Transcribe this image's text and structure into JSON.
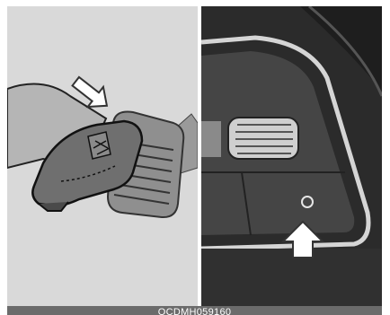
{
  "figure": {
    "left_panel": {
      "name": "brake-pedal-illustration",
      "icon": "foot-pressing-pedal"
    },
    "right_panel": {
      "name": "steering-wheel-button-illustration",
      "icon": "steering-wheel-button"
    },
    "caption": "OCDMH059160"
  },
  "colors": {
    "left_background": "#d9d9d9",
    "right_background": "#3a3a3a",
    "caption_bar": "#6b6b6b",
    "caption_text": "#ffffff"
  }
}
